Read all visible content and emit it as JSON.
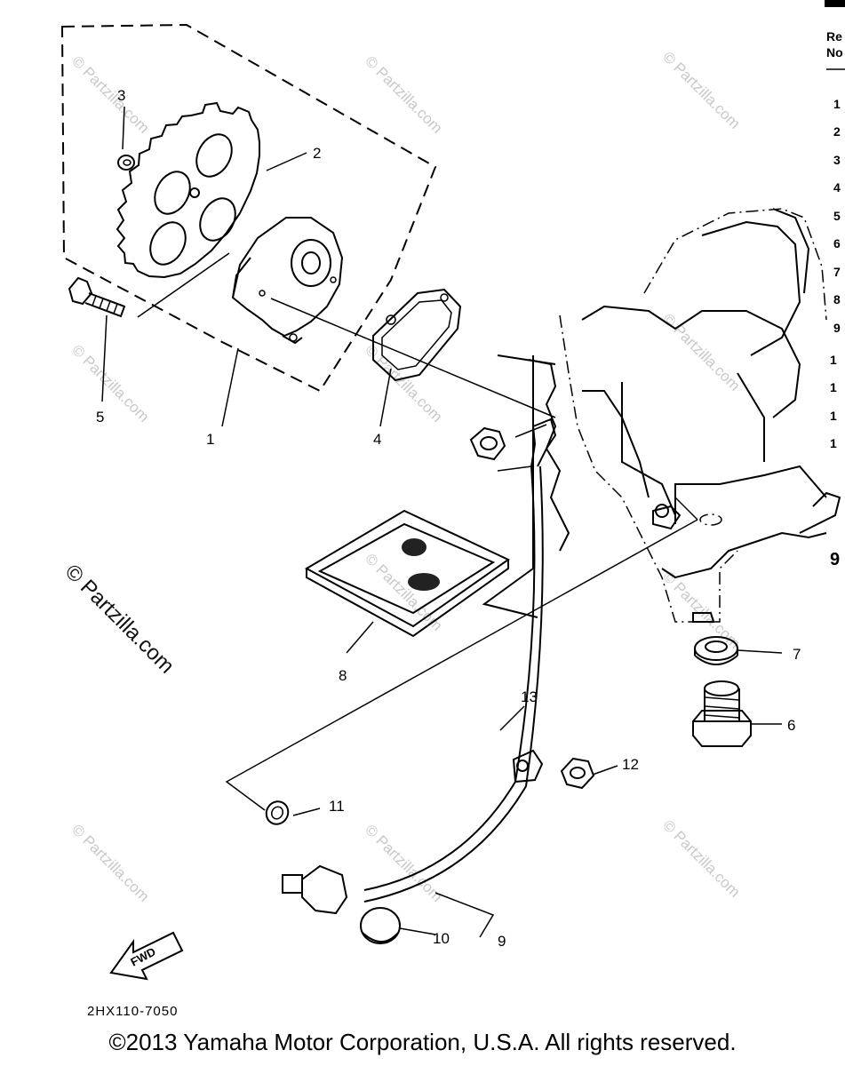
{
  "callouts": {
    "c1": "1",
    "c2": "2",
    "c3": "3",
    "c4": "4",
    "c5": "5",
    "c6": "6",
    "c7": "7",
    "c8": "8",
    "c9": "9",
    "c10": "10",
    "c11": "11",
    "c12": "12",
    "c13": "13"
  },
  "side_table": {
    "header_line1": "Re",
    "header_line2": "No",
    "rows": [
      "1",
      "2",
      "3",
      "4",
      "5",
      "6",
      "7",
      "8",
      "9",
      "1",
      "1",
      "1",
      "1"
    ],
    "footer": "9"
  },
  "watermark": {
    "small": "© Partzilla.com",
    "large": "© Partzilla.com"
  },
  "fwd_label": "FWD",
  "diagram_ref": "2HX110-7050",
  "copyright": "©2013 Yamaha Motor Corporation, U.S.A. All rights reserved."
}
